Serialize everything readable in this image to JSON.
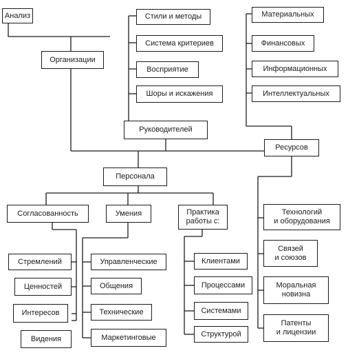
{
  "nodes": {
    "analiz": "Анализ",
    "organizatsii": "Организации",
    "stili": "Стили и методы",
    "sistema_kriteriev": "Система критериев",
    "vospriyatie": "Восприятие",
    "shory": "Шоры и искажения",
    "rukovoditeley": "Руководителей",
    "materialnykh": "Материальных",
    "finansovykh": "Финансовых",
    "informatsionnykh": "Информационных",
    "intellektualnykh": "Интеллектуальных",
    "resursov": "Ресурсов",
    "personala": "Персонала",
    "soglasovannost": "Согласованность",
    "umeniya": "Умения",
    "praktika": "Практика\nработы с:",
    "stremleniy": "Стремлений",
    "tsennostey": "Ценностей",
    "interesov": "Интересов",
    "videniya": "Видения",
    "upravlencheskie": "Управленческие",
    "obshcheniya": "Общения",
    "tekhnicheskie": "Технические",
    "marketingovye": "Маркетинговые",
    "klientami": "Клиентами",
    "protsessami": "Процессами",
    "sistemami": "Системами",
    "strukturoy": "Структурой",
    "tekhnologiy": "Технологий\nи оборудования",
    "svyazey": "Связей\nи союзов",
    "moralnaya": "Моральная\nновизна",
    "patenty": "Патенты\nи лицензии"
  }
}
